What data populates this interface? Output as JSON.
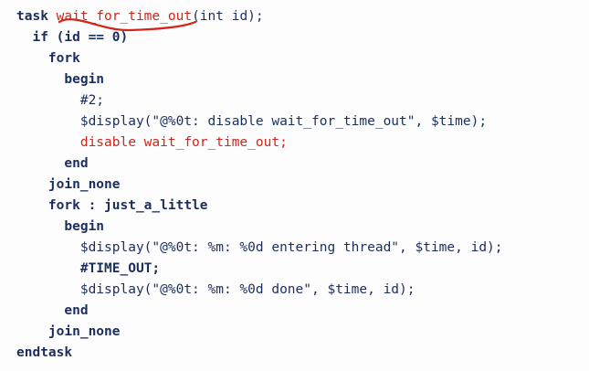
{
  "colors": {
    "background": "#fdfdfd",
    "code_text": "#1a2e5e",
    "highlight": "#d22418"
  },
  "editor": {
    "lines": [
      [
        {
          "text": "task ",
          "kind": "keyword"
        },
        {
          "text": "wait_for_time_out",
          "kind": "highlight"
        },
        {
          "text": "(int id);",
          "kind": "code"
        }
      ],
      [
        {
          "text": "  if (id == 0)",
          "kind": "keyword"
        }
      ],
      [
        {
          "text": "    fork",
          "kind": "keyword"
        }
      ],
      [
        {
          "text": "      begin",
          "kind": "keyword"
        }
      ],
      [
        {
          "text": "        #2;",
          "kind": "code"
        }
      ],
      [
        {
          "text": "        $display(\"@%0t: disable wait_for_time_out\", $time);",
          "kind": "code"
        }
      ],
      [
        {
          "text": "        disable wait_for_time_out;",
          "kind": "highlight"
        }
      ],
      [
        {
          "text": "      end",
          "kind": "keyword"
        }
      ],
      [
        {
          "text": "    join_none",
          "kind": "keyword"
        }
      ],
      [
        {
          "text": "    fork : just_a_little",
          "kind": "keyword"
        }
      ],
      [
        {
          "text": "      begin",
          "kind": "keyword"
        }
      ],
      [
        {
          "text": "        $display(\"@%0t: %m: %0d entering thread\", $time, id);",
          "kind": "code"
        }
      ],
      [
        {
          "text": "        #TIME_OUT;",
          "kind": "keyword"
        }
      ],
      [
        {
          "text": "        $display(\"@%0t: %m: %0d done\", $time, id);",
          "kind": "code"
        }
      ],
      [
        {
          "text": "      end",
          "kind": "keyword"
        }
      ],
      [
        {
          "text": "    join_none",
          "kind": "keyword"
        }
      ],
      [
        {
          "text": "endtask",
          "kind": "keyword"
        }
      ]
    ]
  }
}
